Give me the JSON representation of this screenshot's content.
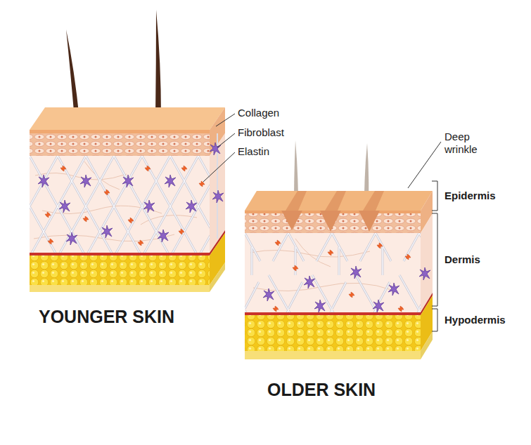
{
  "diagram": {
    "labels": [
      "Collagen",
      "Fibroblast",
      "Elastin",
      "Deep wrinkle",
      "Epidermis",
      "Dermis",
      "Hypodermis",
      "YOUNGER SKIN",
      "OLDER SKIN"
    ]
  }
}
